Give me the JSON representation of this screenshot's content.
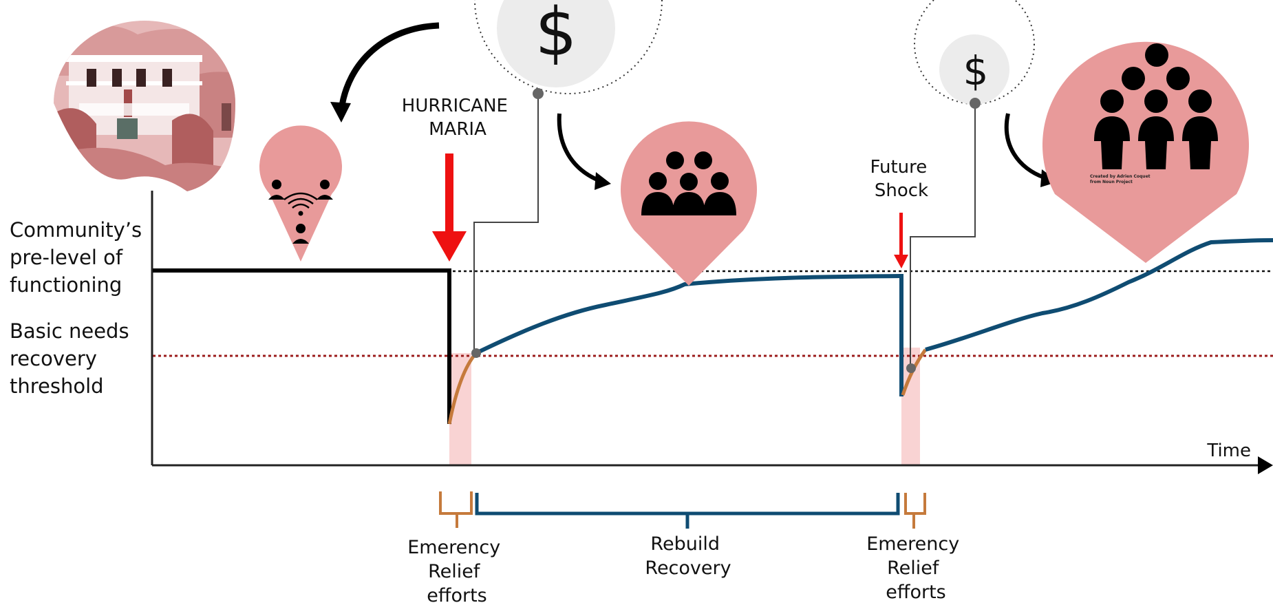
{
  "y_labels": {
    "pre_level": [
      "Community’s",
      "pre-level of",
      "functioning"
    ],
    "threshold": [
      "Basic needs",
      "recovery",
      "threshold"
    ]
  },
  "x_axis_label": "Time",
  "events": {
    "hurricane": [
      "HURRICANE",
      "MARIA"
    ],
    "future_shock": [
      "Future",
      "Shock"
    ]
  },
  "funding_icons": {
    "large_symbol": "$",
    "small_symbol": "$"
  },
  "phases": {
    "relief_1": [
      "Emerency",
      "Relief",
      "efforts"
    ],
    "rebuild": [
      "Rebuild",
      "Recovery"
    ],
    "relief_2": [
      "Emerency",
      "Relief",
      "efforts"
    ]
  },
  "icon_credit": [
    "Created by Adrien Coquet",
    "from Noun Project"
  ],
  "colors": {
    "pre_disaster_line": "#000000",
    "recovery_line": "#0f4c72",
    "relief_line": "#c57a3c",
    "threshold_line": "#9b1c1c",
    "shock_arrow": "#ee1111",
    "pin_fill": "#e89a9a",
    "relief_band": "#f9d3d3",
    "bracket_relief": "#c57a3c",
    "bracket_rebuild": "#0f4c72"
  },
  "icons": [
    "house-illustration",
    "connected-people-icon",
    "community-group-icon",
    "large-community-icon",
    "dollar-icon"
  ]
}
